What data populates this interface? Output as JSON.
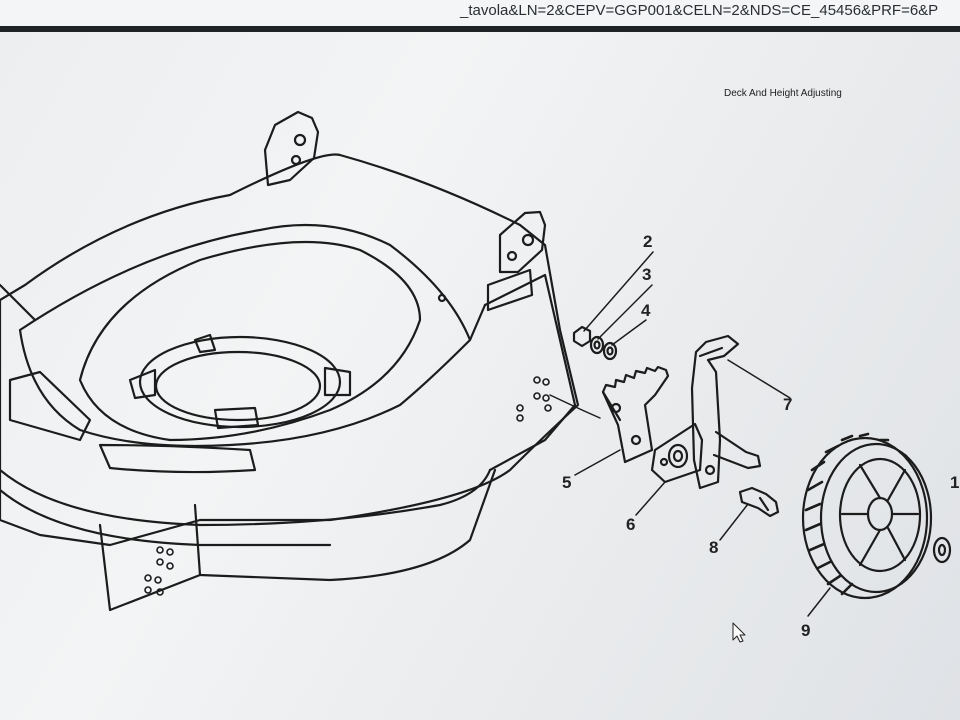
{
  "browser": {
    "url_fragment": "_tavola&LN=2&CEPV=GGP001&CELN=2&NDS=CE_45456&PRF=6&P"
  },
  "diagram": {
    "title": "Deck And Height Adjusting",
    "callouts": [
      {
        "id": "2",
        "label": "2"
      },
      {
        "id": "3",
        "label": "3"
      },
      {
        "id": "4",
        "label": "4"
      },
      {
        "id": "5",
        "label": "5"
      },
      {
        "id": "6",
        "label": "6"
      },
      {
        "id": "7",
        "label": "7"
      },
      {
        "id": "8",
        "label": "8"
      },
      {
        "id": "9",
        "label": "9"
      },
      {
        "id": "1",
        "label": "1"
      }
    ]
  }
}
